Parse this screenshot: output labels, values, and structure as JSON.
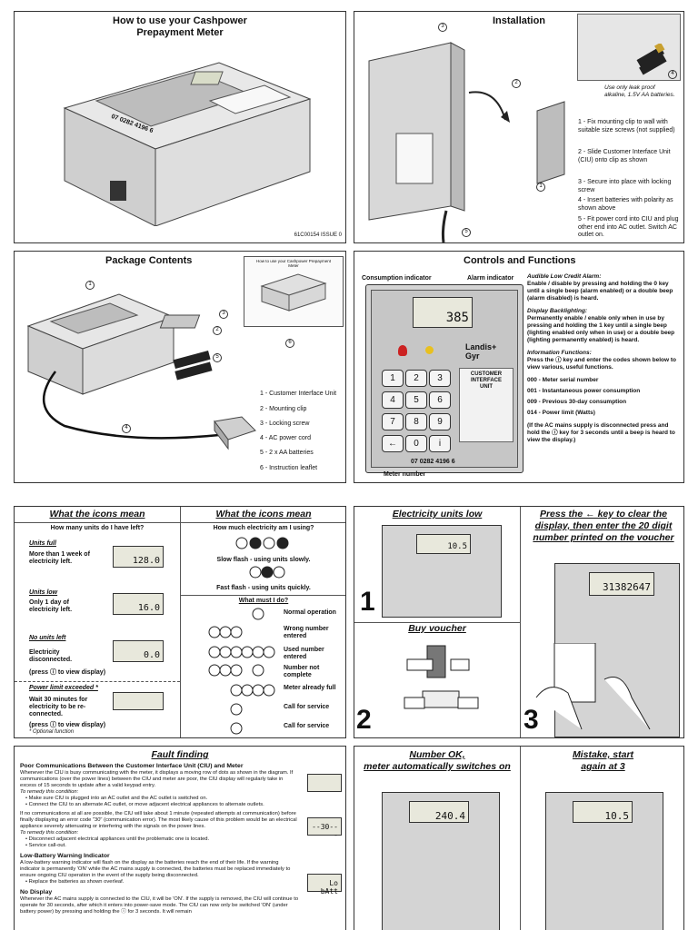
{
  "p1": {
    "title": "How to use your Cashpower\nPrepayment Meter",
    "serial": "07 0282 4196 6",
    "issue": "61C00154  ISSUE 0"
  },
  "p2": {
    "title": "Installation",
    "battery_note": "Use only leak proof alkaline, 1.5V AA batteries.",
    "steps": [
      "1 - Fix mounting clip to wall with suitable size screws (not supplied)",
      "2 - Slide Customer Interface Unit (CIU) onto clip as shown",
      "3 - Secure into place with locking screw",
      "4 - Insert batteries with polarity as shown above",
      "5 - Fit power cord into CIU and plug other end into AC outlet. Switch AC outlet on."
    ],
    "callouts": [
      "3",
      "2",
      "4",
      "1",
      "5"
    ]
  },
  "p3": {
    "title": "Package Contents",
    "leaflet_title": "How to use your Cashpower Prepayment Meter",
    "items": [
      "1 - Customer Interface Unit",
      "2 - Mounting clip",
      "3 - Locking screw",
      "4 - AC power cord",
      "5 - 2 x AA batteries",
      "6 - Instruction leaflet"
    ],
    "callouts": [
      "1",
      "2",
      "3",
      "4",
      "5",
      "6"
    ]
  },
  "p4": {
    "title": "Controls and Functions",
    "consumption": "Consumption indicator",
    "alarm": "Alarm indicator",
    "meter_number": "Meter number",
    "lcd": "385",
    "brand": "Landis+\nGyr",
    "ciu_label": "CUSTOMER\nINTERFACE\nUNIT",
    "serial": "07 0282 4196 6",
    "keys": [
      "1",
      "2",
      "3",
      "4",
      "5",
      "6",
      "7",
      "8",
      "9",
      "←",
      "0",
      "i"
    ],
    "alarm_title": "Audible Low Credit Alarm:",
    "alarm_text": "Enable / disable by pressing and holding the 0 key until a single beep (alarm enabled) or a double beep (alarm disabled) is heard.",
    "backlight_title": "Display Backlighting:",
    "backlight_text": "Permanently enable / enable only when in use by pressing and holding the 1 key until a single beep (lighting enabled only when in use) or a double beep (lighting permanently enabled) is heard.",
    "info_title": "Information Functions:",
    "info_text": "Press the ⓘ key and enter the codes shown below to view various, useful functions.",
    "codes": [
      "000  -  Meter serial number",
      "001  -  Instantaneous power consumption",
      "009  -  Previous 30-day consumption",
      "014  -  Power limit (Watts)"
    ],
    "note": "(If the AC mains supply is disconnected press and hold the ⓘ key for 3 seconds until a beep is heard to view the display.)"
  },
  "p5": {
    "title_left": "What the icons mean",
    "title_right": "What the icons mean",
    "q_left": "How many units do I have left?",
    "q_right": "How much electricity am I using?",
    "units_full": "Units full",
    "units_full_text": "More than 1 week of electricity left.",
    "lcd_full": "128.0",
    "units_low": "Units low",
    "units_low_text": "Only 1 day of electricity left.",
    "lcd_low": "16.0",
    "no_units": "No units left",
    "no_units_text": "Electricity disconnected.",
    "no_units_press": "(press ⓘ to view display)",
    "lcd_none": "0.0",
    "power_limit": "Power limit exceeded *",
    "power_limit_text": "Wait 30 minutes for electricity to be re-connected.",
    "power_limit_press": "(press ⓘ to view display)",
    "optional": "* Optional function",
    "slow": "Slow flash - using units slowly.",
    "fast": "Fast flash - using units quickly.",
    "q_do": "What must I do?",
    "actions": [
      "Normal operation",
      "Wrong number entered",
      "Used number entered",
      "Number not complete",
      "Meter already full",
      "Call for service",
      "Call for service"
    ]
  },
  "p6": {
    "low_title": "Electricity units low",
    "step1": "1",
    "lcd1": "10.5",
    "buy_title": "Buy voucher",
    "step2": "2",
    "press_title": "Press the ← key to clear the display, then enter the 20 digit number printed on the voucher",
    "step3": "3",
    "lcd3": "31382647"
  },
  "p7": {
    "title": "Fault finding",
    "h1": "Poor Communications Between the Customer Interface Unit (CIU) and Meter",
    "t1": "Whenever the CIU is busy communicating with the meter, it displays a moving row of dots as shown in the diagram. If communications (over the power lines) between the CIU and meter are poor, the CIU display will regularly take in excess of 15 seconds to update after a valid keypad entry.",
    "remedy": "To remedy this condition:",
    "b1": [
      "Make sure CIU is plugged into an AC outlet and the AC outlet is switched on.",
      "Connect the CIU to an alternate AC outlet, or move adjacent electrical appliances to alternate outlets."
    ],
    "t2": "If no communications at all are possible, the CIU will take about 1 minute (repeated attempts at communication) before finally displaying an error code \"30\" (communication error). The most likely cause of this problem would be an electrical appliance severely attenuating or interfering with the signals on the power lines.",
    "remedy2": "To remedy this condition:",
    "b2": [
      "Disconnect adjacent electrical appliances until the problematic one is located.",
      "Service call-out."
    ],
    "lcd_err": "--30---",
    "h2": "Low-Battery Warning Indicator",
    "t3": "A low-battery warning indicator will flash on the display as the batteries reach the end of their life. If the warning indicator is permanently 'ON' while the AC mains supply is connected, the batteries must be replaced immediately to ensure ongoing CIU operation in the event of the supply being disconnected.",
    "b3": [
      "Replace the batteries as shown overleaf."
    ],
    "lcd_batt": "Lo bAtt",
    "h3": "No Display",
    "t4": "Whenever the AC mains supply is connected to the CIU, it will be 'ON'. If the supply is removed, the CIU will continue to operate for 30 seconds, after which it enters into power-save mode. The CIU can now only be switched 'ON' (under battery power) by pressing and holding the ⓘ for 3 seconds. It will remain"
  },
  "p8": {
    "ok_title": "Number OK,\nmeter automatically switches on",
    "lcd_ok": "240.4",
    "mistake_title": "Mistake, start\nagain at 3",
    "lcd_mistake": "10.5"
  },
  "colors": {
    "border": "#333333",
    "panel": "#f4f4f4",
    "meter": "#d4d4d4",
    "lcd": "#e8e8dc",
    "red": "#cc2222",
    "yellow": "#e8c020"
  }
}
